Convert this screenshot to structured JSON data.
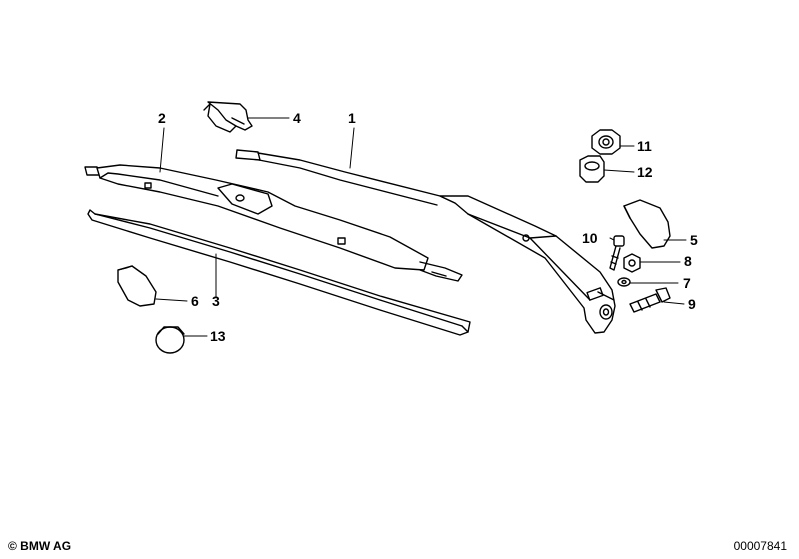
{
  "callouts": [
    "1",
    "2",
    "3",
    "4",
    "5",
    "6",
    "7",
    "8",
    "9",
    "10",
    "11",
    "12",
    "13"
  ],
  "footer": {
    "copyright": "© BMW AG",
    "image_code": "00007841"
  }
}
